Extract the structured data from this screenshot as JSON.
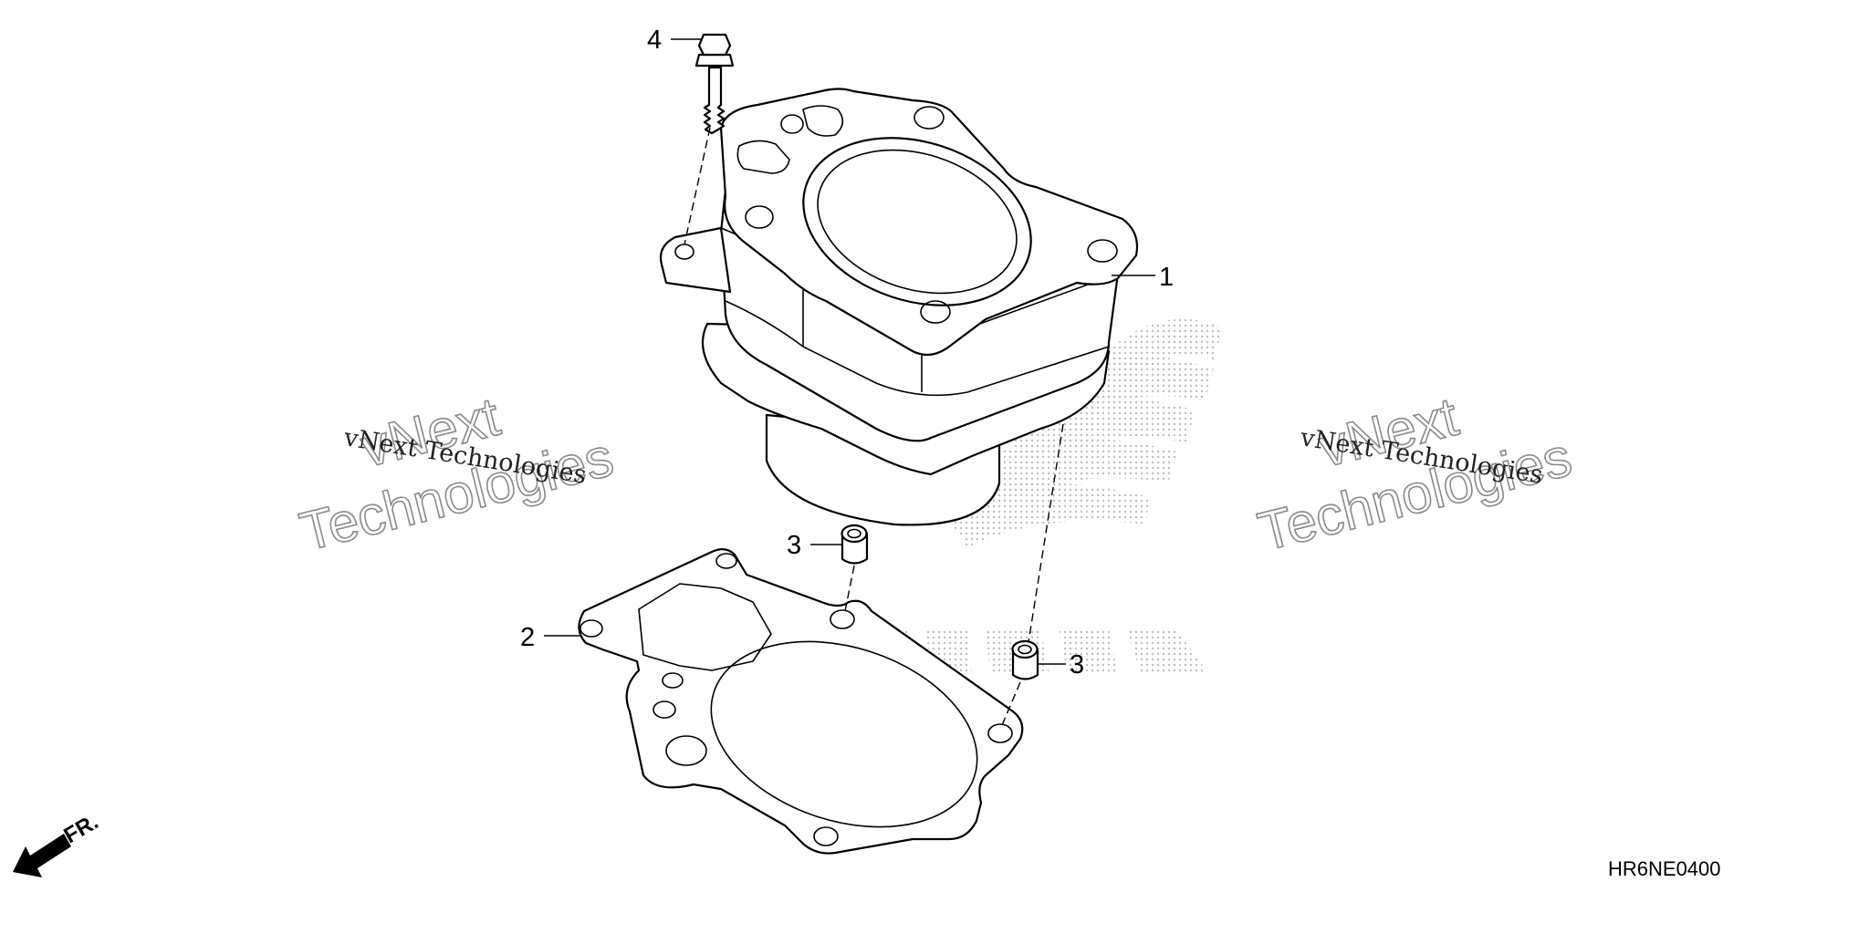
{
  "callouts": {
    "p1": "1",
    "p2": "2",
    "p3a": "3",
    "p3b": "3",
    "p4": "4"
  },
  "diagram_code": "HR6NE0400",
  "front_indicator": "FR.",
  "watermarks": {
    "left": {
      "line1": "vNext",
      "line2": "Technologies",
      "caption": "vNext Technologies"
    },
    "right": {
      "line1": "vNext",
      "line2": "Technologies",
      "caption": "vNext Technologies"
    }
  },
  "icons": {
    "front": "front-arrow-icon",
    "brand": "honda-wing-logo"
  }
}
